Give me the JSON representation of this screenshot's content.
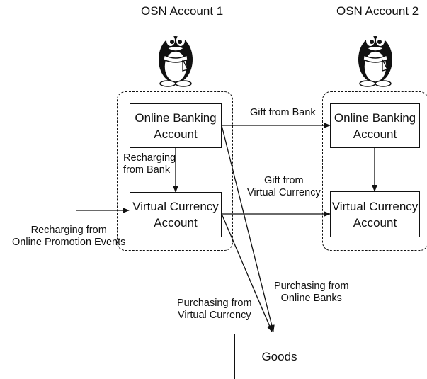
{
  "accounts": {
    "account1_title": "OSN Account 1",
    "account2_title": "OSN Account 2"
  },
  "boxes": {
    "bank1_line1": "Online Banking",
    "bank1_line2": "Account",
    "vc1_line1": "Virtual Currency",
    "vc1_line2": "Account",
    "bank2_line1": "Online Banking",
    "bank2_line2": "Account",
    "vc2_line1": "Virtual Currency",
    "vc2_line2": "Account",
    "goods": "Goods"
  },
  "edges": {
    "recharge_bank_line1": "Recharging",
    "recharge_bank_line2": "from Bank",
    "gift_bank": "Gift from Bank",
    "gift_vc_line1": "Gift from",
    "gift_vc_line2": "Virtual Currency",
    "recharge_promo_line1": "Recharging from",
    "recharge_promo_line2": "Online Promotion Events",
    "purchase_vc_line1": "Purchasing from",
    "purchase_vc_line2": "Virtual Currency",
    "purchase_bank_line1": "Purchasing from",
    "purchase_bank_line2": "Online Banks"
  },
  "icons": {
    "avatar1": "penguin-icon",
    "avatar2": "penguin-icon"
  }
}
